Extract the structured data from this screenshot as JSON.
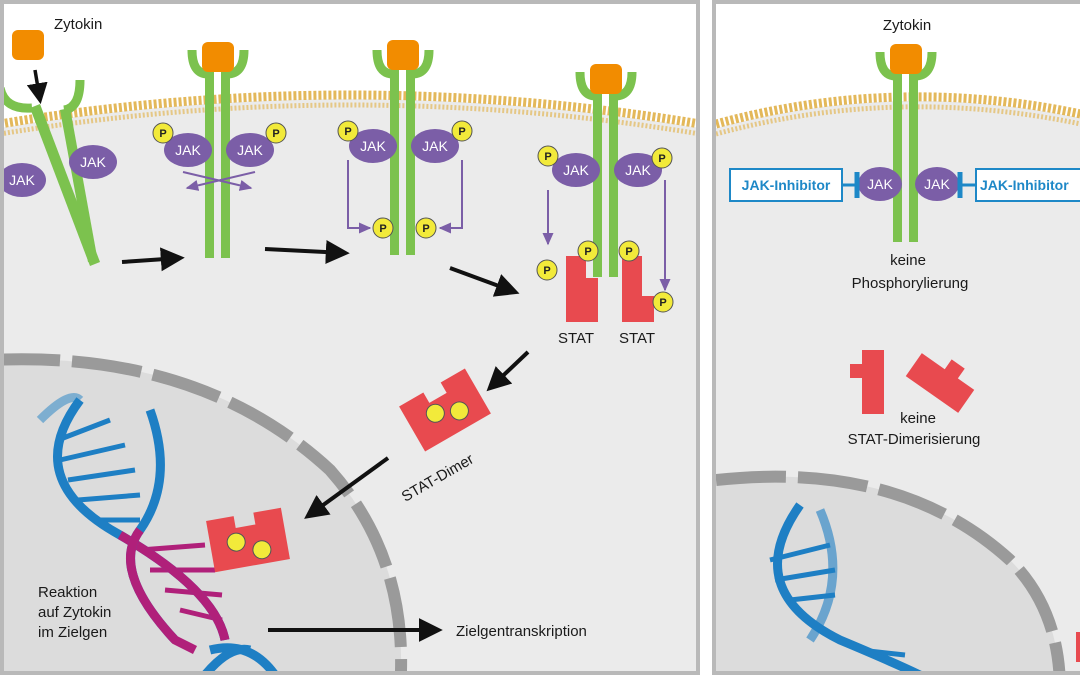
{
  "left_panel": {
    "cytokine_label": "Zytokin",
    "jak_label": "JAK",
    "p_label": "P",
    "stat_label": "STAT",
    "stat_dimer_label": "STAT-Dimer",
    "reaction_label": [
      "Reaktion",
      "auf Zytokin",
      "im Zielgen"
    ],
    "transcription_label": "Zielgentranskription"
  },
  "right_panel": {
    "cytokine_label": "Zytokin",
    "inhibitor_label": "JAK-Inhibitor",
    "jak_label": "JAK",
    "no_phosphorylation": [
      "keine",
      "Phosphorylierung"
    ],
    "no_dimerization": [
      "keine",
      "STAT-Dimerisierung"
    ]
  },
  "colors": {
    "receptor": "#7cc24e",
    "jak": "#7b5ea7",
    "cytokine": "#f28c00",
    "stat": "#e84a4f",
    "phosphate": "#f2ea3a",
    "inhibitor": "#1e88c7",
    "dna_blue": "#1e7fc4",
    "dna_magenta": "#b0207a",
    "membrane": "#e3b85a",
    "cell_bg": "#ebebeb"
  }
}
